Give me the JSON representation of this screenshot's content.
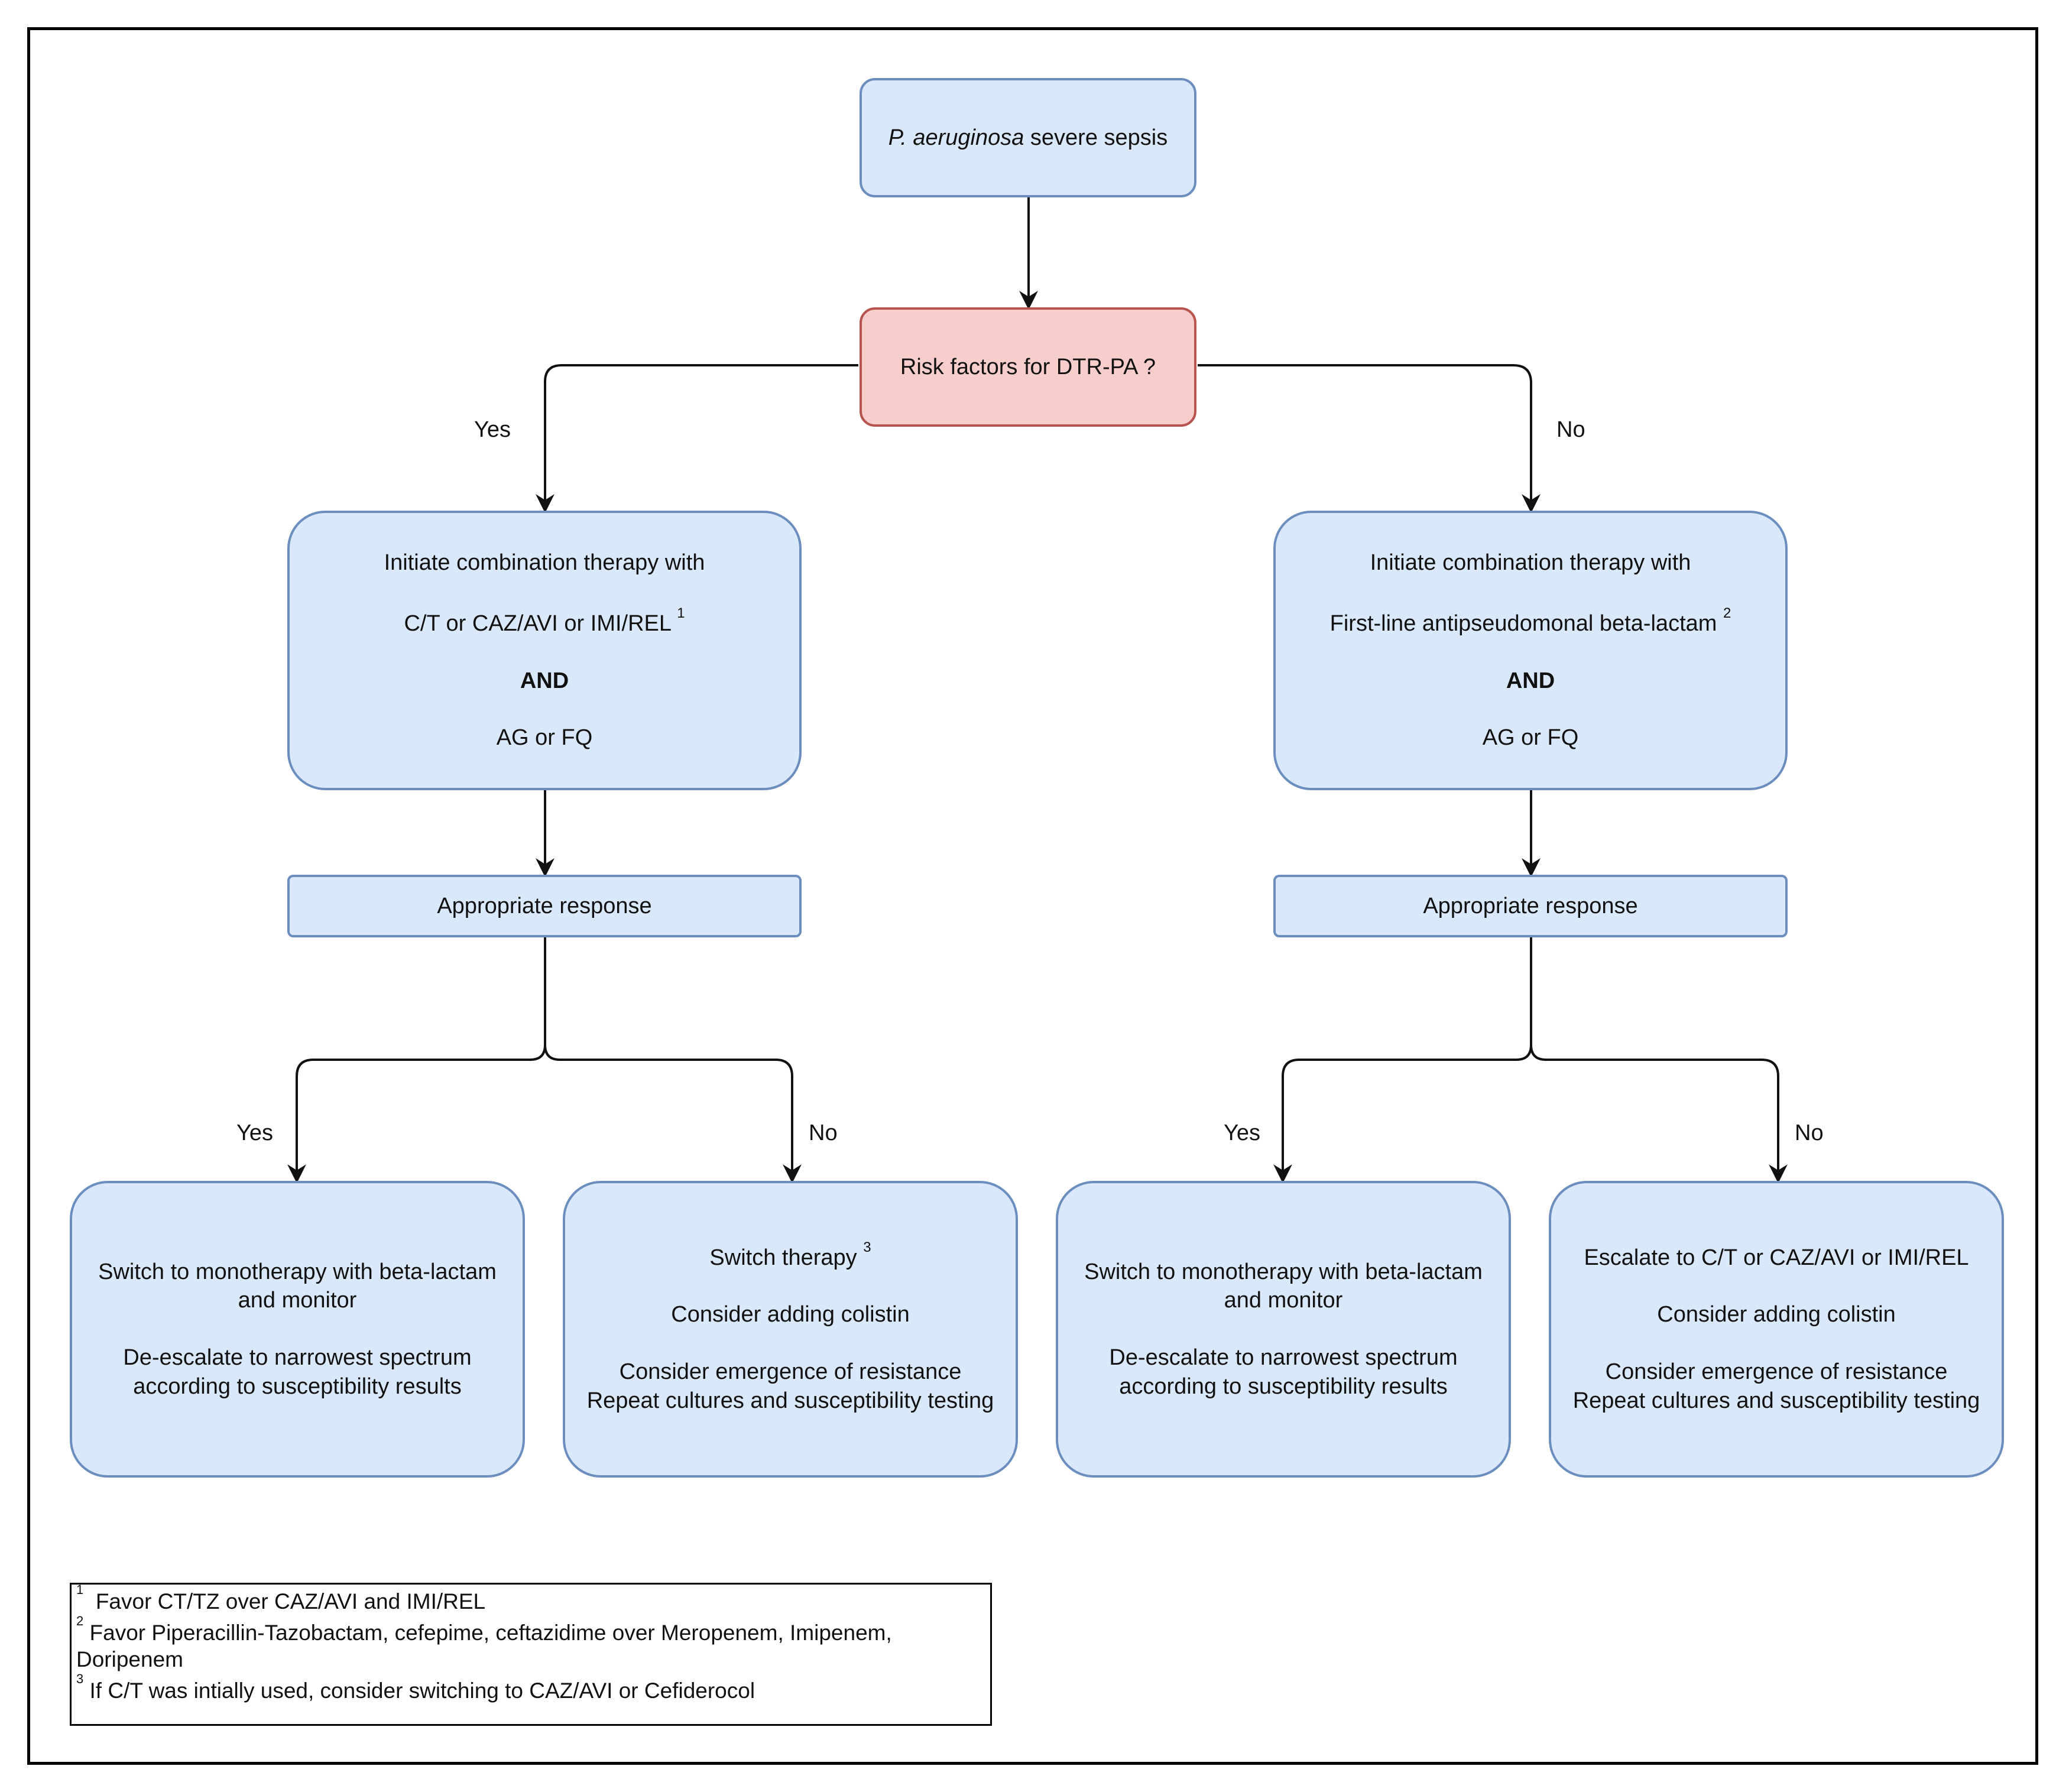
{
  "start": {
    "italic": "P. aeruginosa",
    "rest": " severe sepsis"
  },
  "decision": {
    "label": "Risk factors for DTR-PA ?"
  },
  "edges": {
    "yes": "Yes",
    "no": "No"
  },
  "left_branch": {
    "line1": "Initiate combination therapy with",
    "line2": "C/T or CAZ/AVI or IMI/REL",
    "line2_ref": "1",
    "and": "AND",
    "line4": "AG or FQ",
    "response": "Appropriate response",
    "yes_outcome": {
      "l1": "Switch to monotherapy with beta-lactam",
      "l2": "and monitor",
      "l3": "De-escalate to narrowest spectrum",
      "l4": "according to susceptibility results"
    },
    "no_outcome": {
      "l1": "Switch therapy",
      "l1_ref": "3",
      "l2": "Consider adding colistin",
      "l3": "Consider emergence of resistance",
      "l4": "Repeat cultures and susceptibility testing"
    }
  },
  "right_branch": {
    "line1": "Initiate combination therapy with",
    "line2": "First-line antipseudomonal beta-lactam",
    "line2_ref": "2",
    "and": "AND",
    "line4": "AG or FQ",
    "response": "Appropriate response",
    "yes_outcome": {
      "l1": "Switch to monotherapy with beta-lactam",
      "l2": "and monitor",
      "l3": "De-escalate to narrowest spectrum",
      "l4": "according to susceptibility results"
    },
    "no_outcome": {
      "l1": "Escalate to C/T or CAZ/AVI or IMI/REL",
      "l2": "Consider adding colistin",
      "l3": "Consider emergence of resistance",
      "l4": "Repeat cultures and susceptibility testing"
    }
  },
  "footnotes": [
    {
      "num": "1",
      "text": "Favor CT/TZ over CAZ/AVI and IMI/REL"
    },
    {
      "num": "2",
      "text": "Favor Piperacillin-Tazobactam, cefepime, ceftazidime over Meropenem, Imipenem, Doripenem"
    },
    {
      "num": "3",
      "text": "If C/T was intially used, consider switching to CAZ/AVI or Cefiderocol"
    }
  ],
  "colors": {
    "node_fill": "#dae8fc",
    "node_stroke": "#6c8ebf",
    "risk_fill": "#f8cecc",
    "risk_stroke": "#b85450",
    "edge": "#111111"
  }
}
